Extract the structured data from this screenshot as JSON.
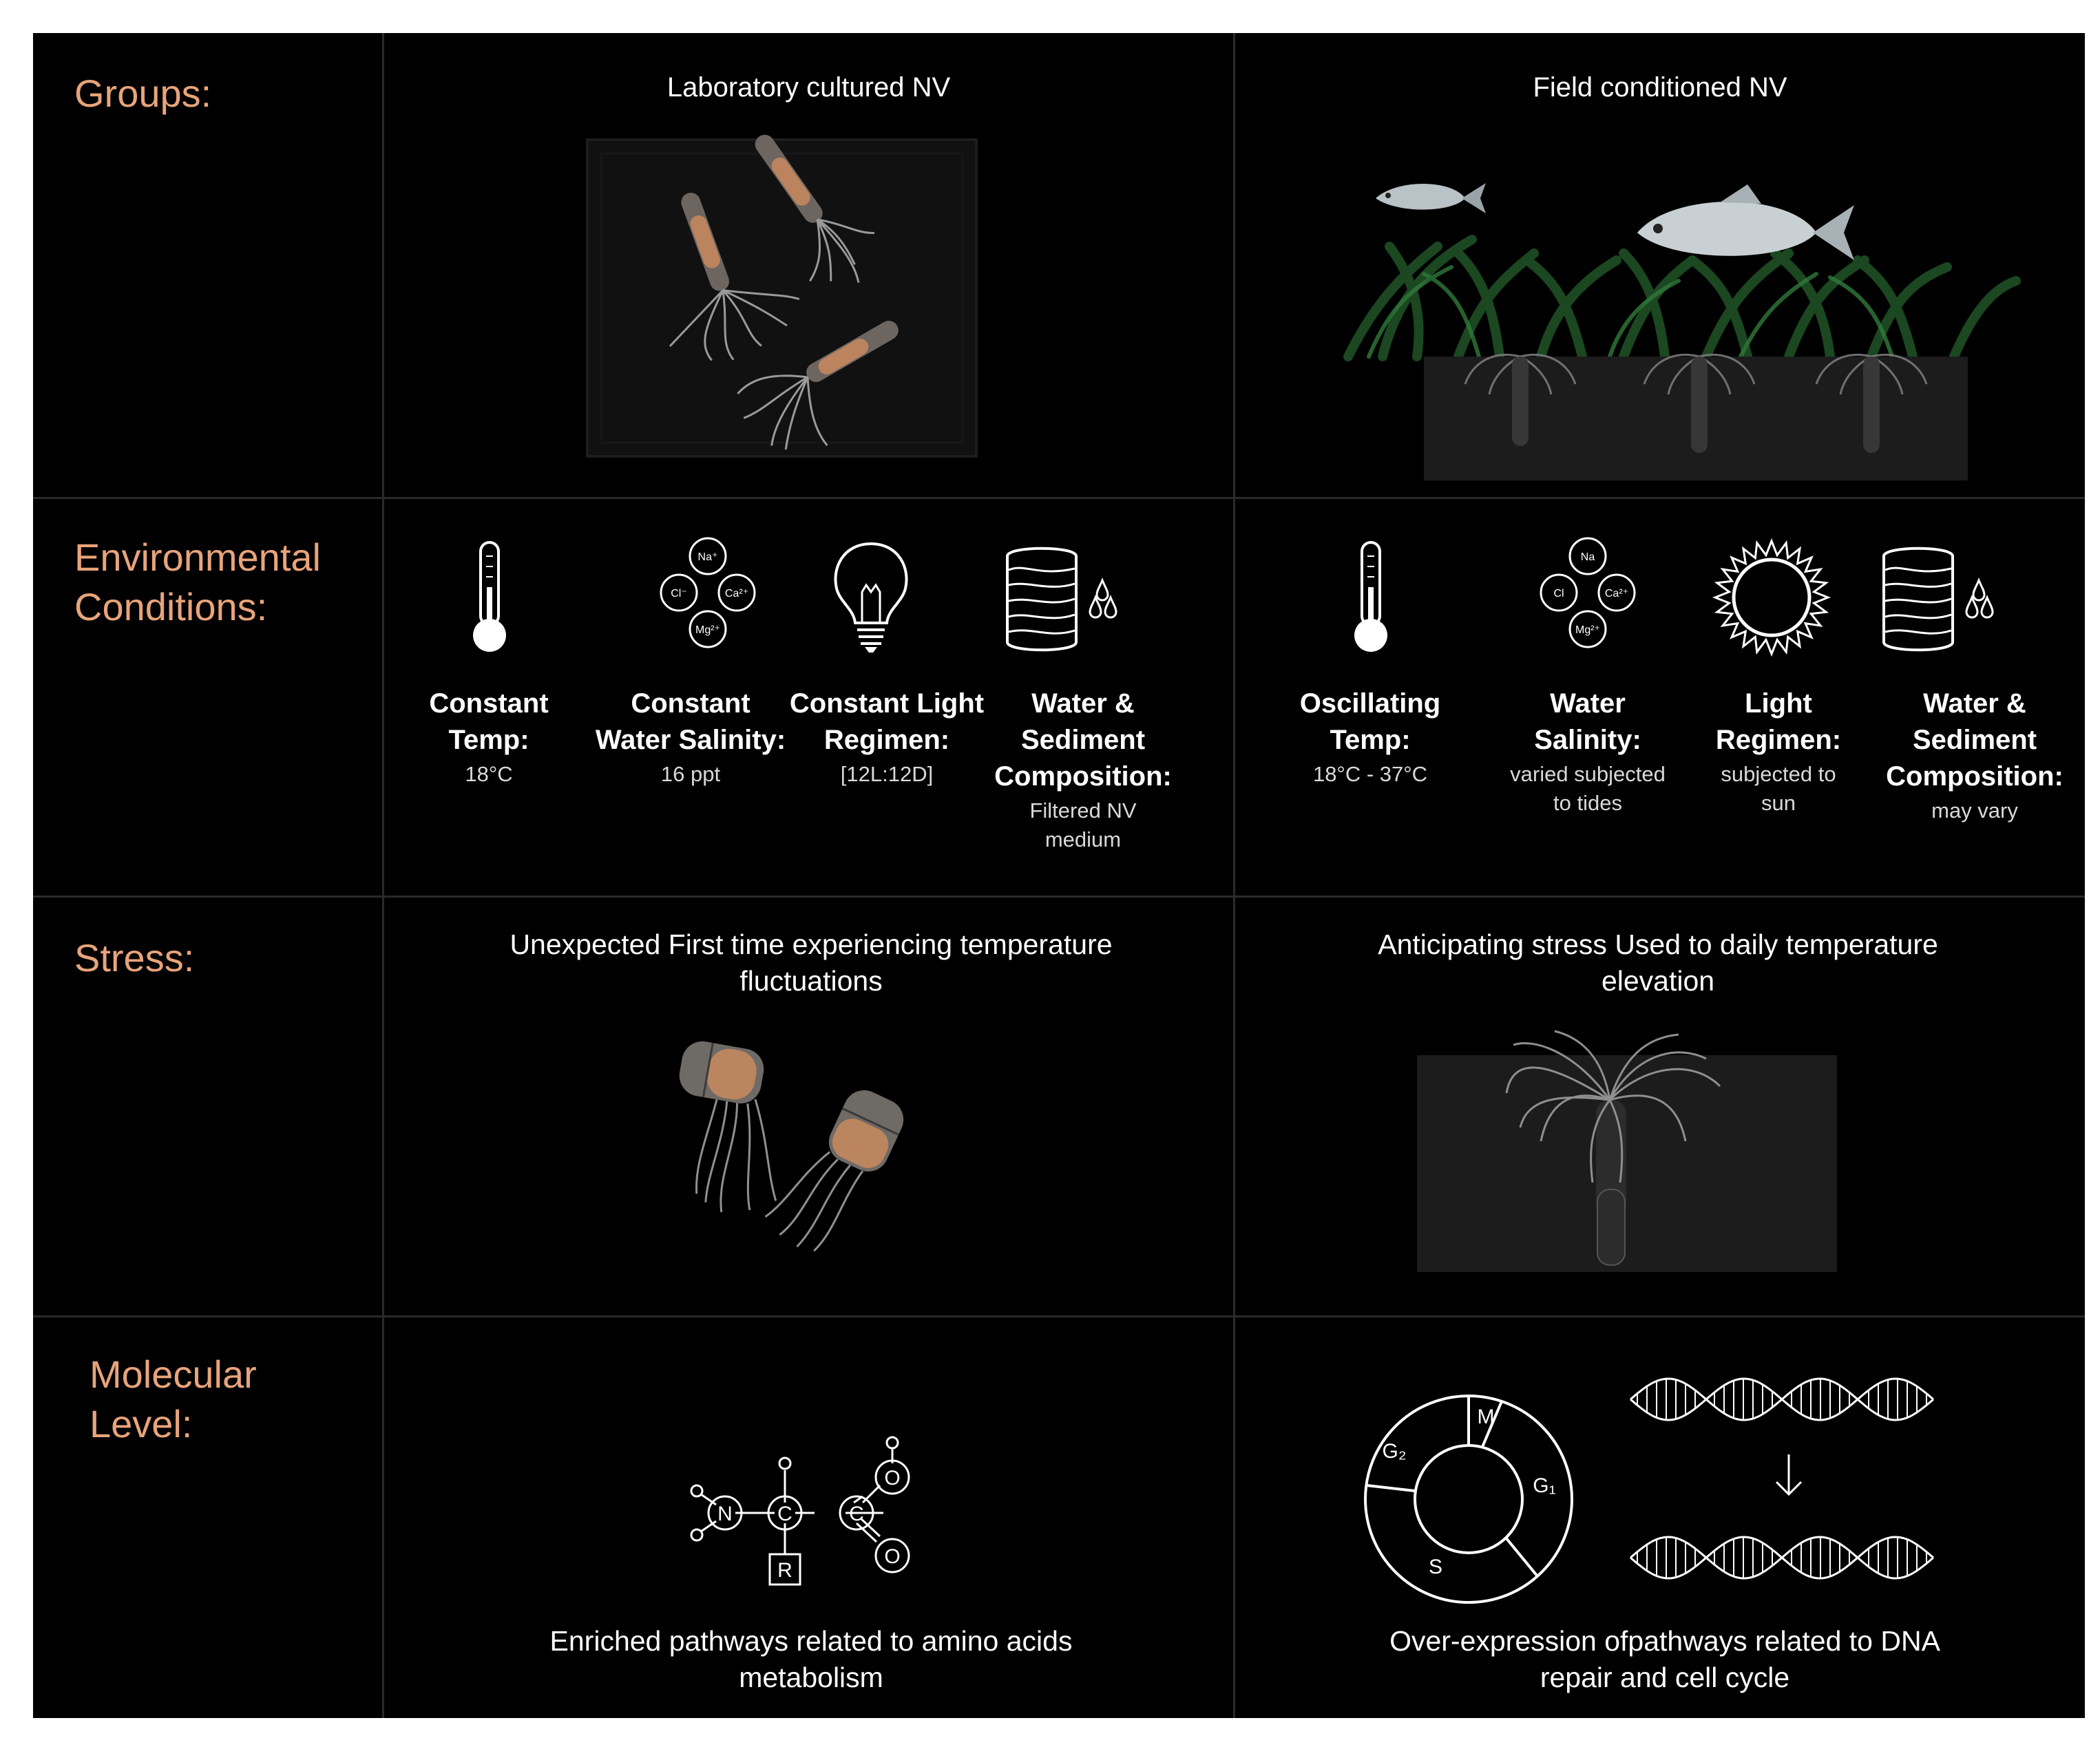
{
  "rows": {
    "groups": "Groups:",
    "environmental": "Environmental Conditions:",
    "stress": "Stress:",
    "molecular": "Molecular Level:"
  },
  "columns": {
    "lab": "Laboratory cultured NV",
    "field": "Field conditioned NV"
  },
  "conditions": {
    "lab": [
      {
        "title": "Constant Temp:",
        "value": "18°C",
        "icon": "thermometer-icon"
      },
      {
        "title": "Constant Water Salinity:",
        "value": "16 ppt",
        "icon": "ions-icon"
      },
      {
        "title": "Constant Light Regimen:",
        "value": "[12L:12D]",
        "icon": "light-bulb-icon"
      },
      {
        "title": "Water & Sediment Composition:",
        "value": "Filtered NV medium",
        "icon": "sediment-icon"
      }
    ],
    "field": [
      {
        "title": "Oscillating Temp:",
        "value": "18°C - 37°C",
        "icon": "thermometer-icon"
      },
      {
        "title": "Water Salinity:",
        "value": "varied subjected to tides",
        "icon": "ions-icon"
      },
      {
        "title": "Light Regimen:",
        "value": "subjected to sun",
        "icon": "sun-icon"
      },
      {
        "title": "Water & Sediment Composition:",
        "value": "may vary",
        "icon": "sediment-icon"
      }
    ]
  },
  "ions": {
    "lab": [
      "Na⁺",
      "Cl⁻",
      "Ca²⁺",
      "Mg²⁺"
    ],
    "field": [
      "Na",
      "Cl",
      "Ca²⁺",
      "Mg²⁺"
    ]
  },
  "stress": {
    "lab": "Unexpected First time experiencing temperature fluctuations",
    "field": "Anticipating stress Used to daily temperature elevation"
  },
  "molecular": {
    "lab": "Enriched pathways related to amino acids metabolism",
    "field": "Over-expression ofpathways related to DNA repair and cell cycle"
  },
  "amino_acid_atoms": [
    "N",
    "C",
    "C",
    "O",
    "O",
    "R"
  ],
  "cell_cycle_phases": [
    "M",
    "G₁",
    "S",
    "G₂"
  ],
  "colors": {
    "background": "#000000",
    "row_label": "#e8a47a",
    "text": "#ffffff",
    "polyp_body": "#c98a5e"
  }
}
